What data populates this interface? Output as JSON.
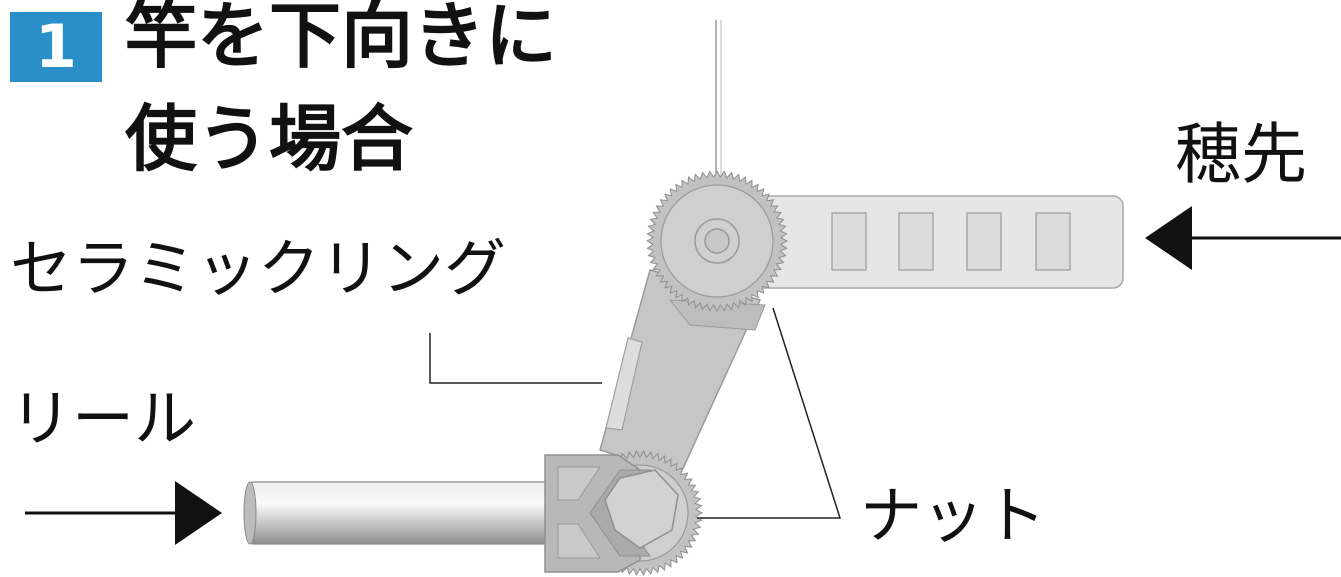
{
  "title": {
    "number": "1",
    "line1": "竿を下向きに",
    "line2": "使う場合"
  },
  "labels": {
    "tip": "穂先",
    "ceramic_ring": "セラミックリング",
    "reel": "リール",
    "nut": "ナット"
  },
  "colors": {
    "badge": "#2a8fc8",
    "part": "#c4c4c4",
    "rod_guide": "#e6e6e6",
    "arrow": "#111111"
  }
}
